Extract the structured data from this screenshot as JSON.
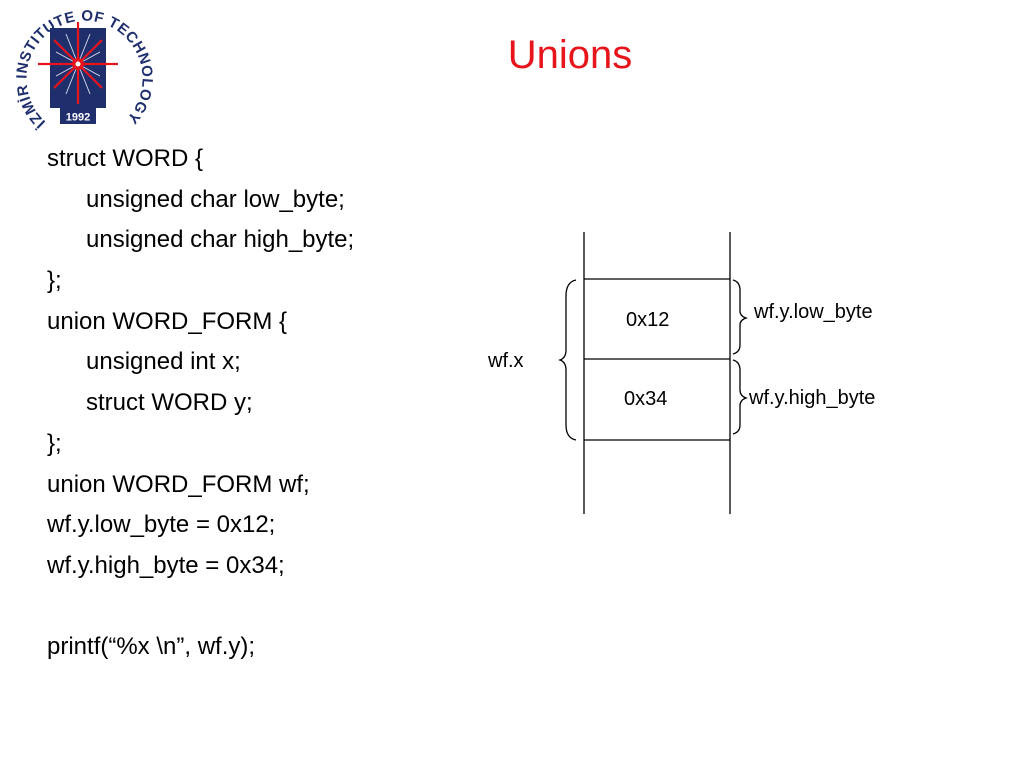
{
  "slide": {
    "title": "Unions",
    "logo": {
      "ring_text": "İZMİR INSTITUTE OF TECHNOLOGY",
      "year": "1992",
      "colors": {
        "navy": "#1f2f6e",
        "red": "#e8141b"
      }
    },
    "code_lines": [
      {
        "text": "struct WORD {",
        "indent": 0
      },
      {
        "text": "unsigned char low_byte;",
        "indent": 1
      },
      {
        "text": "unsigned char high_byte;",
        "indent": 1
      },
      {
        "text": "};",
        "indent": 0
      },
      {
        "text": "union WORD_FORM {",
        "indent": 0
      },
      {
        "text": "unsigned int x;",
        "indent": 1
      },
      {
        "text": "struct WORD y;",
        "indent": 1
      },
      {
        "text": "};",
        "indent": 0
      },
      {
        "text": "union WORD_FORM wf;",
        "indent": 0
      },
      {
        "text": "wf.y.low_byte = 0x12;",
        "indent": 0
      },
      {
        "text": "wf.y.high_byte = 0x34;",
        "indent": 0
      },
      {
        "text": "",
        "indent": 0
      },
      {
        "text": "printf(“%x \\n”, wf.y);",
        "indent": 0
      }
    ],
    "diagram": {
      "cells": [
        "0x12",
        "0x34"
      ],
      "left_label": "wf.x",
      "right_labels": [
        "wf.y.low_byte",
        "wf.y.high_byte"
      ]
    },
    "title_color": "#e8141b"
  }
}
